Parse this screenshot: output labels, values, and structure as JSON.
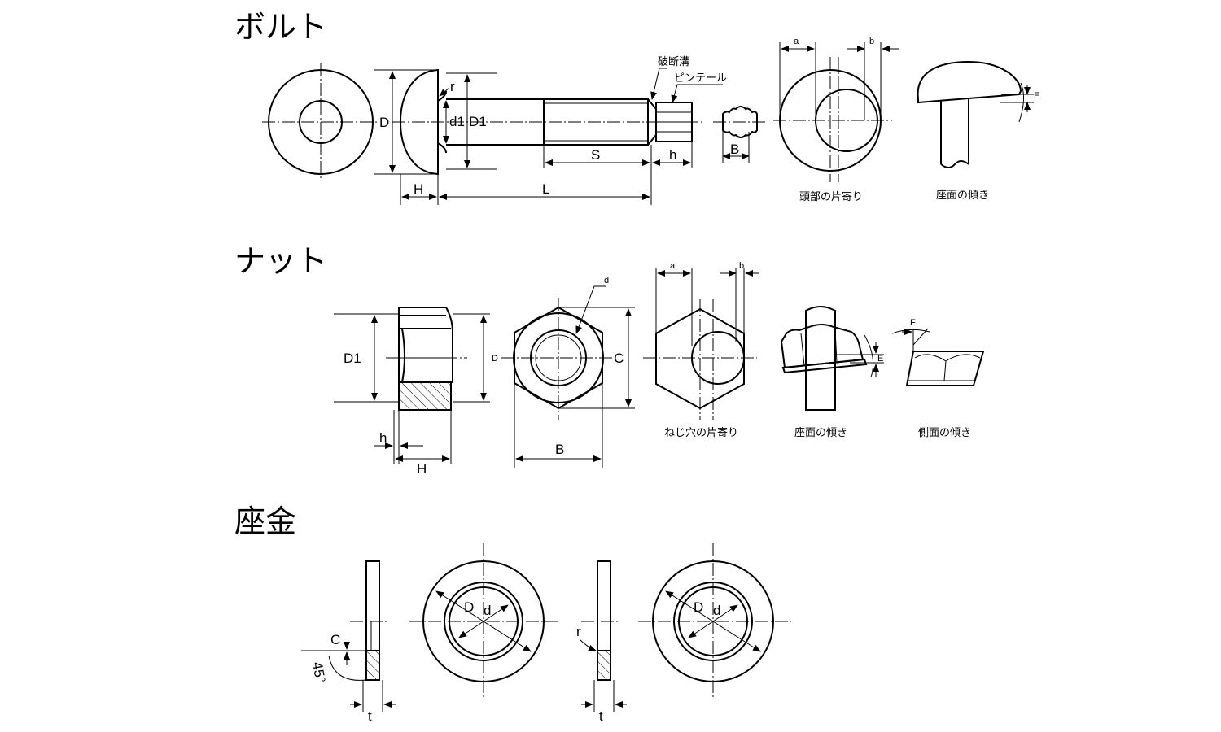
{
  "sections": {
    "bolt": "ボルト",
    "nut": "ナット",
    "washer": "座金"
  },
  "bolt": {
    "label_D": "D",
    "label_r": "r",
    "label_d1": "d1",
    "label_D1": "D1",
    "label_S": "S",
    "label_h": "h",
    "label_B": "B",
    "label_H": "H",
    "label_L": "L",
    "label_a": "a",
    "label_b": "b",
    "label_E": "E",
    "callout_groove": "破断溝",
    "callout_pintail": "ピンテール",
    "caption_head_offset": "頭部の片寄り",
    "caption_seat_tilt": "座面の傾き"
  },
  "nut": {
    "label_D1": "D1",
    "label_D": "D",
    "label_d": "d",
    "label_C": "C",
    "label_B": "B",
    "label_h": "h",
    "label_H": "H",
    "label_a": "a",
    "label_b": "b",
    "label_E": "E",
    "label_F": "F",
    "caption_hole_offset": "ねじ穴の片寄り",
    "caption_seat_tilt": "座面の傾き",
    "caption_side_tilt": "側面の傾き"
  },
  "washer": {
    "label_C": "C",
    "label_45": "45°",
    "label_t1": "t",
    "label_D1": "D",
    "label_d1": "d",
    "label_r": "r",
    "label_t2": "t",
    "label_D2": "D",
    "label_d2": "d"
  }
}
